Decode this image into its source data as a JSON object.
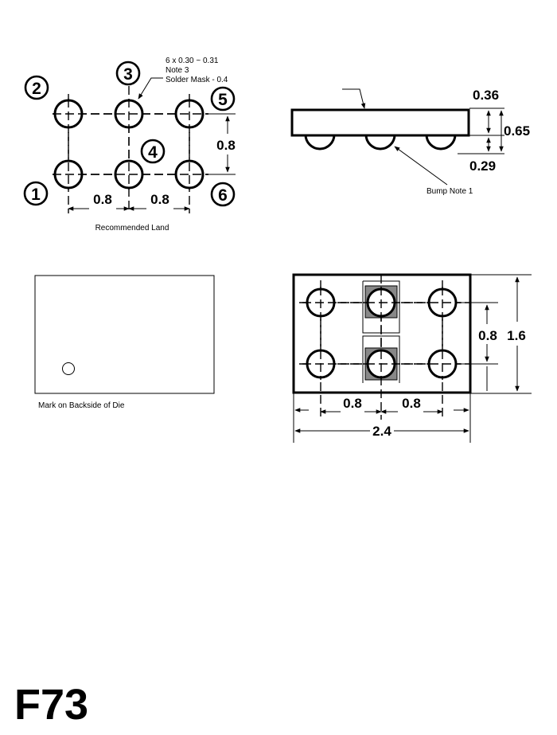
{
  "land": {
    "pin_numbers": [
      "1",
      "2",
      "3",
      "4",
      "5",
      "6"
    ],
    "note_line1": "6 x 0.30 ~ 0.31",
    "note_line2": "Note 3",
    "note_line3": "Solder Mask - 0.4",
    "pitch_vertical": "0.8",
    "pitch_horizontal_left": "0.8",
    "pitch_horizontal_right": "0.8",
    "caption": "Recommended  Land"
  },
  "side": {
    "top_thickness": "0.36",
    "total_height": "0.65",
    "bump_height": "0.29",
    "bump_note": "Bump Note 1"
  },
  "backside": {
    "caption": "Mark on Backside of Die"
  },
  "bottom": {
    "pitch_vertical": "0.8",
    "height": "1.6",
    "pitch_horizontal_left": "0.8",
    "pitch_horizontal_right": "0.8",
    "width": "2.4"
  },
  "package_code": "F73"
}
